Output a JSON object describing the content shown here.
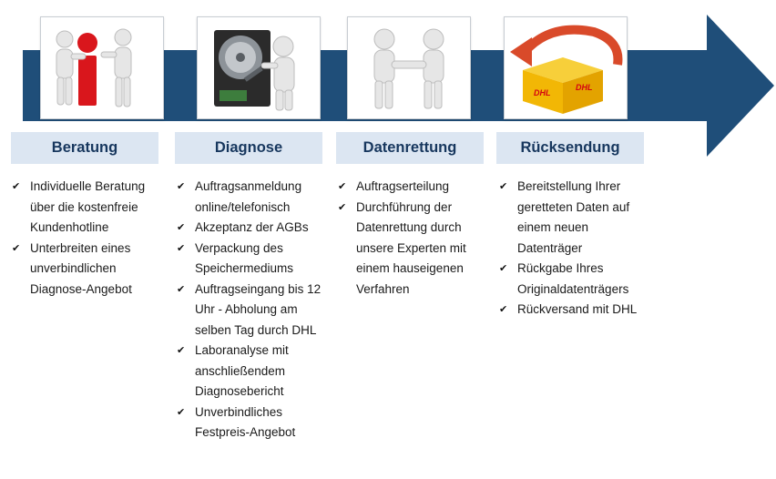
{
  "colors": {
    "arrow": "#1f4e79",
    "header_bg": "#dce6f2",
    "header_text": "#17375e",
    "info_red": "#d9161c",
    "box_gold": "#f2b705",
    "dhl_red": "#d40511"
  },
  "steps": [
    {
      "title": "Beratung",
      "icon": "consultation-info-icon",
      "items": [
        "Individuelle Beratung über die kostenfreie Kundenhotline",
        "Unterbreiten eines unverbindlichen Diagnose-Angebot"
      ]
    },
    {
      "title": "Diagnose",
      "icon": "hard-drive-diagnosis-icon",
      "items": [
        "Auftragsanmeldung online/telefonisch",
        "Akzeptanz der AGBs",
        "Verpackung des Speichermediums",
        "Auftragseingang bis 12 Uhr - Abholung am selben Tag durch DHL",
        "Laboranalyse mit anschließendem Diagnosebericht",
        "Unverbindliches Festpreis-Angebot"
      ]
    },
    {
      "title": "Datenrettung",
      "icon": "handshake-icon",
      "items": [
        "Auftragserteilung",
        "Durchführung der Datenrettung durch unsere Experten mit einem hauseigenen Verfahren"
      ]
    },
    {
      "title": "Rücksendung",
      "icon": "dhl-package-return-icon",
      "items": [
        "Bereitstellung Ihrer geretteten Daten auf einem neuen Datenträger",
        "Rückgabe Ihres Originaldatenträgers",
        "Rückversand mit DHL"
      ]
    }
  ]
}
